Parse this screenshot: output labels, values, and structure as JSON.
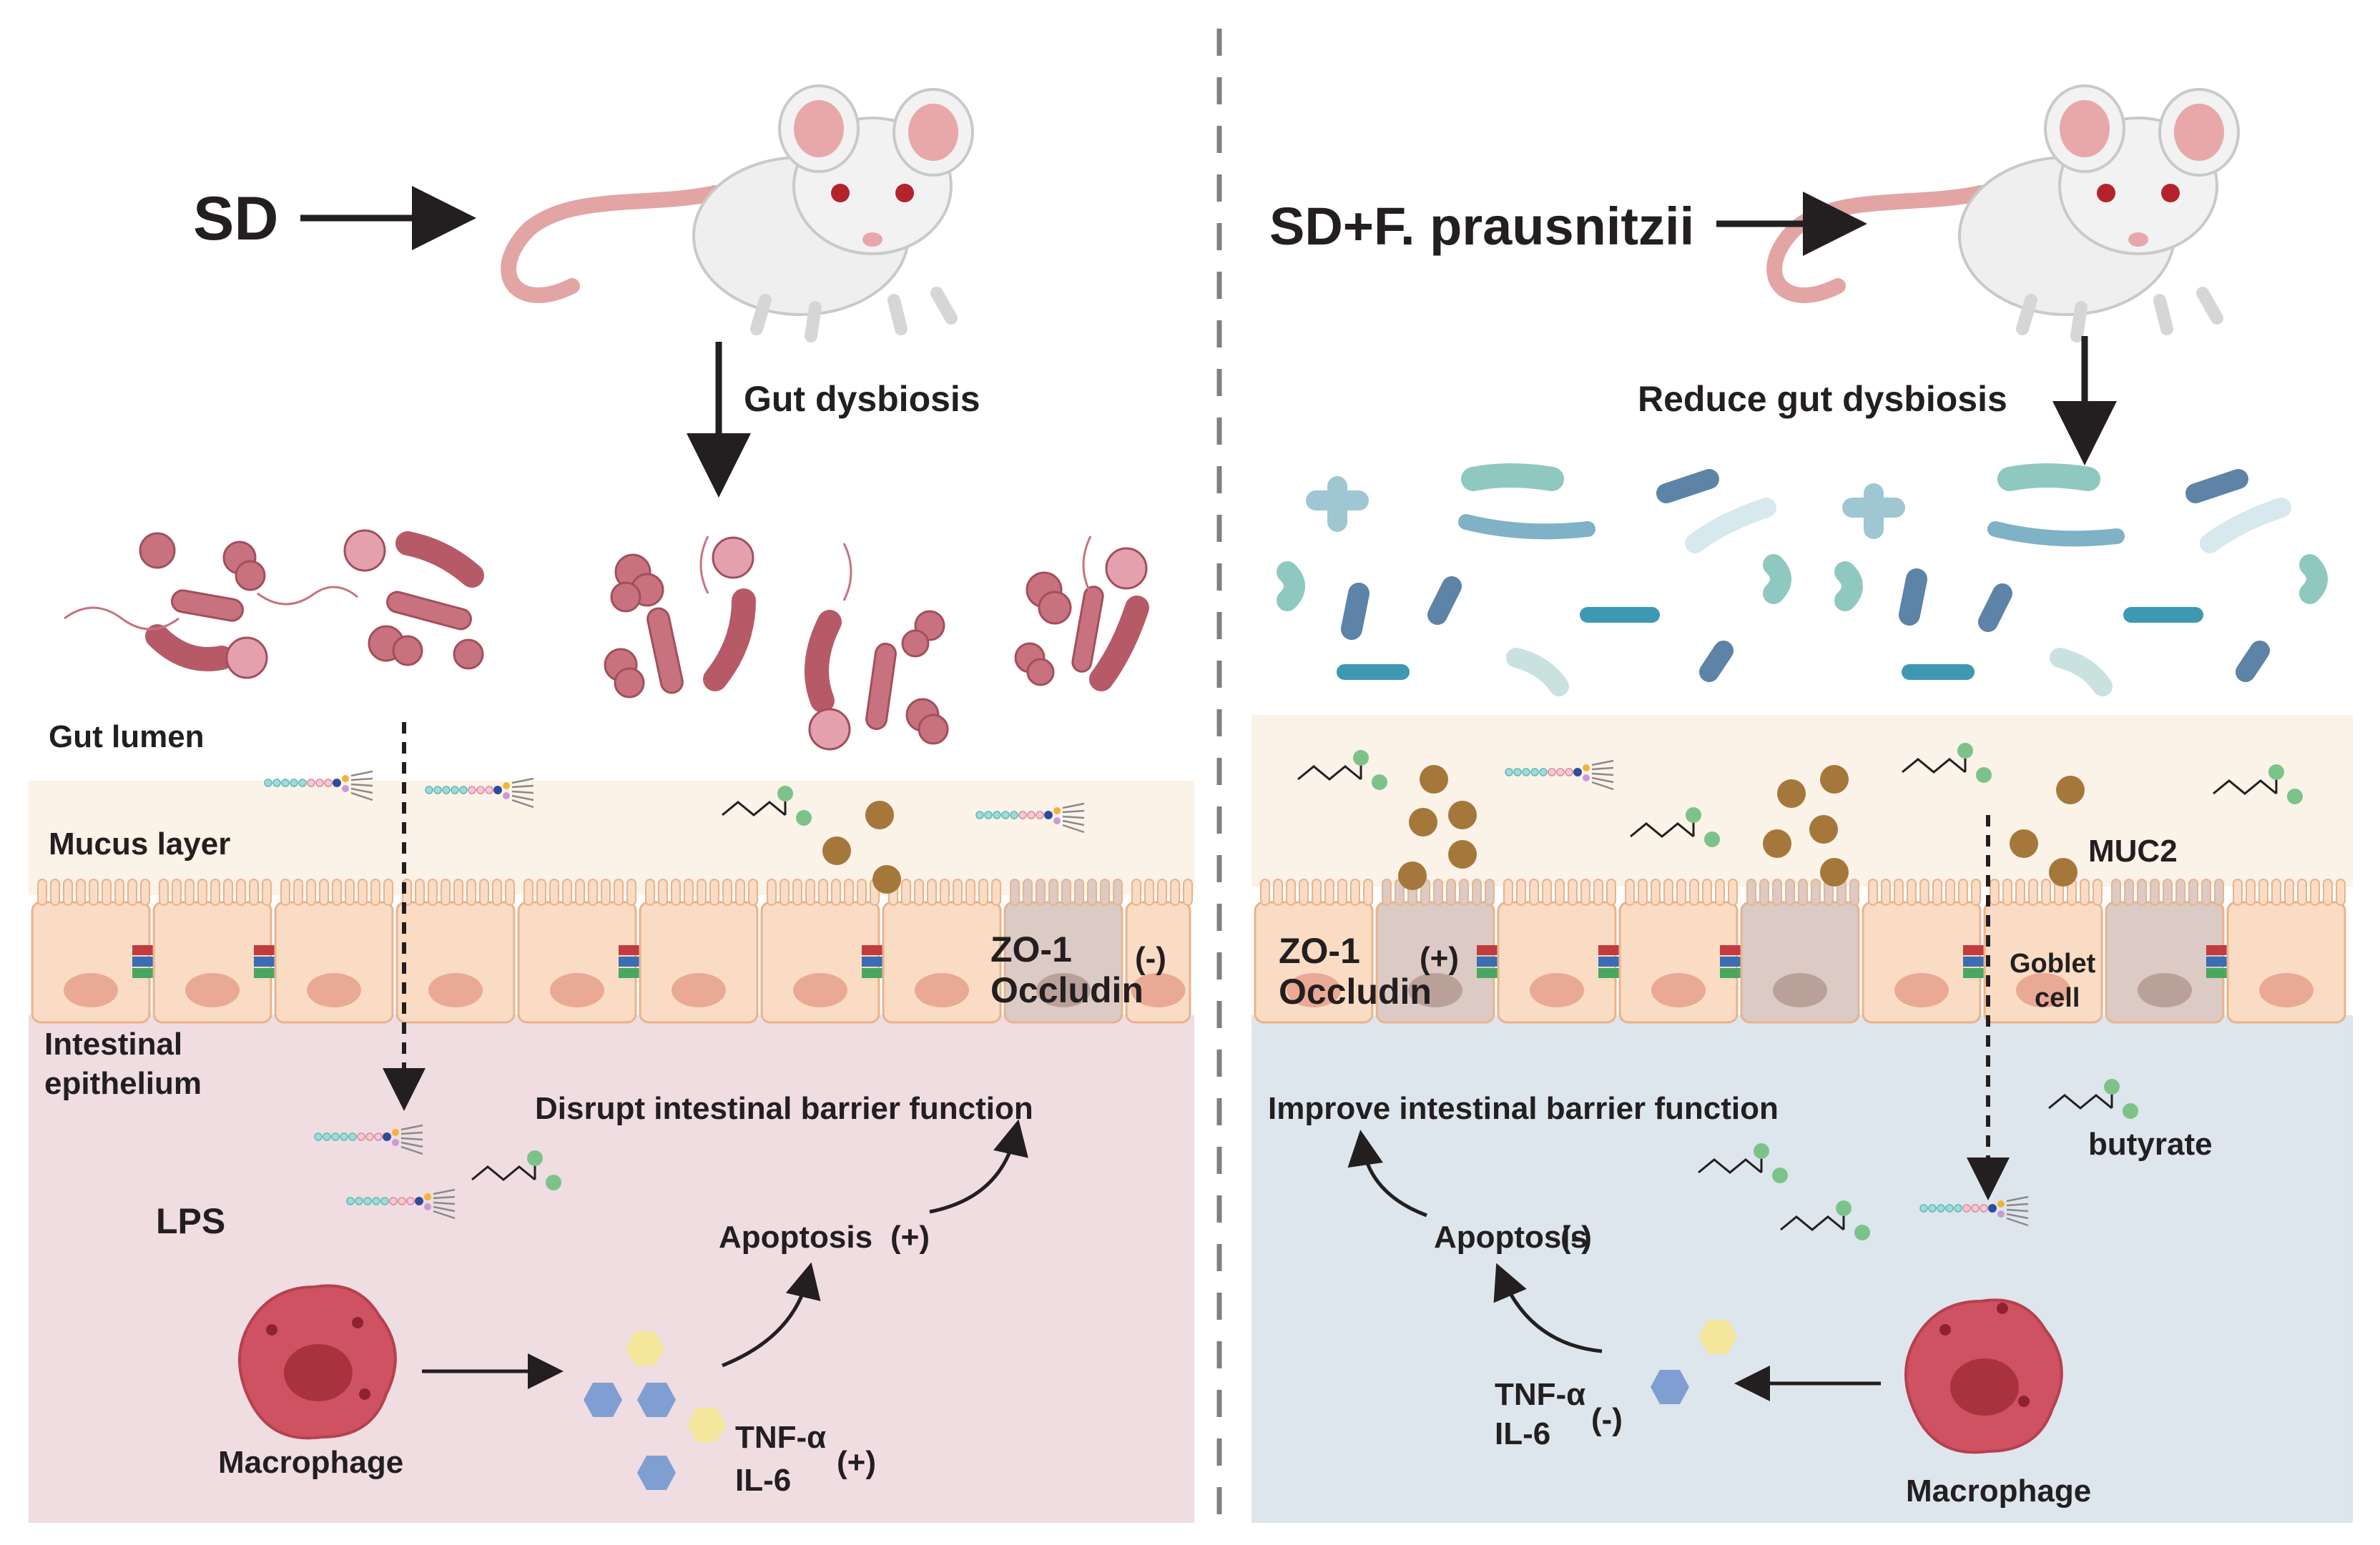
{
  "left": {
    "group_label": "SD",
    "step_label": "Gut dysbiosis",
    "lumen_label": "Gut lumen",
    "mucus_label": "Mucus layer",
    "epithelium_label_line1": "Intestinal",
    "epithelium_label_line2": "epithelium",
    "zo1_label": "ZO-1",
    "occludin_label": "Occludin",
    "tj_sign": "(-)",
    "lps_label": "LPS",
    "barrier_label": "Disrupt intestinal barrier function",
    "apoptosis_label": "Apoptosis",
    "apoptosis_sign": "(+)",
    "macrophage_label": "Macrophage",
    "tnf_label": "TNF-α",
    "il6_label": "IL-6",
    "cytokine_sign": "(+)"
  },
  "right": {
    "group_label": "SD+F. prausnitzii",
    "step_label": "Reduce gut dysbiosis",
    "zo1_label": "ZO-1",
    "occludin_label": "Occludin",
    "tj_sign": "(+)",
    "muc2_label": "MUC2",
    "goblet_line1": "Goblet",
    "goblet_line2": "cell",
    "butyrate_label": "butyrate",
    "barrier_label": "Improve intestinal barrier function",
    "apoptosis_label": "Apoptosis",
    "apoptosis_sign": "(-)",
    "tnf_label": "TNF-α",
    "il6_label": "IL-6",
    "cytokine_sign": "(-)",
    "macrophage_label": "Macrophage"
  },
  "colors": {
    "left_lamina": "#efdde2",
    "right_lamina": "#dde6ec",
    "mucus": "#fbf2e8",
    "cell": "#f9dcc3",
    "cell_border": "#e8b38e",
    "nucleus": "#eaa995",
    "goblet": "#dccac4",
    "pathogen": "#c8727f",
    "commensal_blue": "#5d83a6",
    "commensal_teal": "#8fc8c0",
    "mucin_granule": "#a5773a",
    "tnf": "#f4e69a",
    "il6": "#7f9fd3",
    "macrophage": "#cf5262",
    "divider": "#808080"
  }
}
